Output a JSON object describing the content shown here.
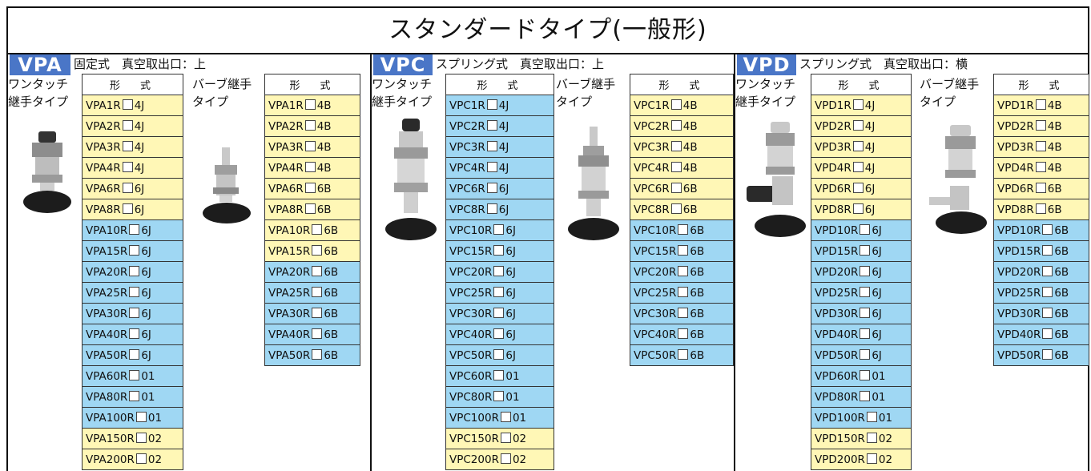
{
  "title": "スタンダードタイプ(一般形)",
  "groups": [
    {
      "badge": "VPA",
      "header": "固定式　真空取出口：上",
      "left_label": [
        "ワンタッチ",
        "継手タイプ"
      ],
      "right_label": [
        "バーブ継手",
        "タイプ"
      ],
      "table_header": "形　式",
      "left_rows": [
        {
          "prefix": "VPA1R",
          "suffix": "4J",
          "color": "yellow"
        },
        {
          "prefix": "VPA2R",
          "suffix": "4J",
          "color": "yellow"
        },
        {
          "prefix": "VPA3R",
          "suffix": "4J",
          "color": "yellow"
        },
        {
          "prefix": "VPA4R",
          "suffix": "4J",
          "color": "yellow"
        },
        {
          "prefix": "VPA6R",
          "suffix": "6J",
          "color": "yellow"
        },
        {
          "prefix": "VPA8R",
          "suffix": "6J",
          "color": "yellow"
        },
        {
          "prefix": "VPA10R",
          "suffix": "6J",
          "color": "blue"
        },
        {
          "prefix": "VPA15R",
          "suffix": "6J",
          "color": "blue"
        },
        {
          "prefix": "VPA20R",
          "suffix": "6J",
          "color": "blue"
        },
        {
          "prefix": "VPA25R",
          "suffix": "6J",
          "color": "blue"
        },
        {
          "prefix": "VPA30R",
          "suffix": "6J",
          "color": "blue"
        },
        {
          "prefix": "VPA40R",
          "suffix": "6J",
          "color": "blue"
        },
        {
          "prefix": "VPA50R",
          "suffix": "6J",
          "color": "blue"
        },
        {
          "prefix": "VPA60R",
          "suffix": "01",
          "color": "blue"
        },
        {
          "prefix": "VPA80R",
          "suffix": "01",
          "color": "blue"
        },
        {
          "prefix": "VPA100R",
          "suffix": "01",
          "color": "blue"
        },
        {
          "prefix": "VPA150R",
          "suffix": "02",
          "color": "yellow"
        },
        {
          "prefix": "VPA200R",
          "suffix": "02",
          "color": "yellow"
        }
      ],
      "right_rows": [
        {
          "prefix": "VPA1R",
          "suffix": "4B",
          "color": "yellow"
        },
        {
          "prefix": "VPA2R",
          "suffix": "4B",
          "color": "yellow"
        },
        {
          "prefix": "VPA3R",
          "suffix": "4B",
          "color": "yellow"
        },
        {
          "prefix": "VPA4R",
          "suffix": "4B",
          "color": "yellow"
        },
        {
          "prefix": "VPA6R",
          "suffix": "6B",
          "color": "yellow"
        },
        {
          "prefix": "VPA8R",
          "suffix": "6B",
          "color": "yellow"
        },
        {
          "prefix": "VPA10R",
          "suffix": "6B",
          "color": "yellow"
        },
        {
          "prefix": "VPA15R",
          "suffix": "6B",
          "color": "yellow"
        },
        {
          "prefix": "VPA20R",
          "suffix": "6B",
          "color": "blue"
        },
        {
          "prefix": "VPA25R",
          "suffix": "6B",
          "color": "blue"
        },
        {
          "prefix": "VPA30R",
          "suffix": "6B",
          "color": "blue"
        },
        {
          "prefix": "VPA40R",
          "suffix": "6B",
          "color": "blue"
        },
        {
          "prefix": "VPA50R",
          "suffix": "6B",
          "color": "blue"
        }
      ]
    },
    {
      "badge": "VPC",
      "header": "スプリング式　真空取出口：上",
      "left_label": [
        "ワンタッチ",
        "継手タイプ"
      ],
      "right_label": [
        "バーブ継手",
        "タイプ"
      ],
      "table_header": "形　式",
      "left_rows": [
        {
          "prefix": "VPC1R",
          "suffix": "4J",
          "color": "blue"
        },
        {
          "prefix": "VPC2R",
          "suffix": "4J",
          "color": "blue"
        },
        {
          "prefix": "VPC3R",
          "suffix": "4J",
          "color": "blue"
        },
        {
          "prefix": "VPC4R",
          "suffix": "4J",
          "color": "blue"
        },
        {
          "prefix": "VPC6R",
          "suffix": "6J",
          "color": "blue"
        },
        {
          "prefix": "VPC8R",
          "suffix": "6J",
          "color": "blue"
        },
        {
          "prefix": "VPC10R",
          "suffix": "6J",
          "color": "blue"
        },
        {
          "prefix": "VPC15R",
          "suffix": "6J",
          "color": "blue"
        },
        {
          "prefix": "VPC20R",
          "suffix": "6J",
          "color": "blue"
        },
        {
          "prefix": "VPC25R",
          "suffix": "6J",
          "color": "blue"
        },
        {
          "prefix": "VPC30R",
          "suffix": "6J",
          "color": "blue"
        },
        {
          "prefix": "VPC40R",
          "suffix": "6J",
          "color": "blue"
        },
        {
          "prefix": "VPC50R",
          "suffix": "6J",
          "color": "blue"
        },
        {
          "prefix": "VPC60R",
          "suffix": "01",
          "color": "blue"
        },
        {
          "prefix": "VPC80R",
          "suffix": "01",
          "color": "blue"
        },
        {
          "prefix": "VPC100R",
          "suffix": "01",
          "color": "blue"
        },
        {
          "prefix": "VPC150R",
          "suffix": "02",
          "color": "yellow"
        },
        {
          "prefix": "VPC200R",
          "suffix": "02",
          "color": "yellow"
        }
      ],
      "right_rows": [
        {
          "prefix": "VPC1R",
          "suffix": "4B",
          "color": "yellow"
        },
        {
          "prefix": "VPC2R",
          "suffix": "4B",
          "color": "yellow"
        },
        {
          "prefix": "VPC3R",
          "suffix": "4B",
          "color": "yellow"
        },
        {
          "prefix": "VPC4R",
          "suffix": "4B",
          "color": "yellow"
        },
        {
          "prefix": "VPC6R",
          "suffix": "6B",
          "color": "yellow"
        },
        {
          "prefix": "VPC8R",
          "suffix": "6B",
          "color": "yellow"
        },
        {
          "prefix": "VPC10R",
          "suffix": "6B",
          "color": "blue"
        },
        {
          "prefix": "VPC15R",
          "suffix": "6B",
          "color": "blue"
        },
        {
          "prefix": "VPC20R",
          "suffix": "6B",
          "color": "blue"
        },
        {
          "prefix": "VPC25R",
          "suffix": "6B",
          "color": "blue"
        },
        {
          "prefix": "VPC30R",
          "suffix": "6B",
          "color": "blue"
        },
        {
          "prefix": "VPC40R",
          "suffix": "6B",
          "color": "blue"
        },
        {
          "prefix": "VPC50R",
          "suffix": "6B",
          "color": "blue"
        }
      ]
    },
    {
      "badge": "VPD",
      "header": "スプリング式　真空取出口：横",
      "left_label": [
        "ワンタッチ",
        "継手タイプ"
      ],
      "right_label": [
        "バーブ継手",
        "タイプ"
      ],
      "table_header": "形　式",
      "left_rows": [
        {
          "prefix": "VPD1R",
          "suffix": "4J",
          "color": "yellow"
        },
        {
          "prefix": "VPD2R",
          "suffix": "4J",
          "color": "yellow"
        },
        {
          "prefix": "VPD3R",
          "suffix": "4J",
          "color": "yellow"
        },
        {
          "prefix": "VPD4R",
          "suffix": "4J",
          "color": "yellow"
        },
        {
          "prefix": "VPD6R",
          "suffix": "6J",
          "color": "yellow"
        },
        {
          "prefix": "VPD8R",
          "suffix": "6J",
          "color": "yellow"
        },
        {
          "prefix": "VPD10R",
          "suffix": "6J",
          "color": "blue"
        },
        {
          "prefix": "VPD15R",
          "suffix": "6J",
          "color": "blue"
        },
        {
          "prefix": "VPD20R",
          "suffix": "6J",
          "color": "blue"
        },
        {
          "prefix": "VPD25R",
          "suffix": "6J",
          "color": "blue"
        },
        {
          "prefix": "VPD30R",
          "suffix": "6J",
          "color": "blue"
        },
        {
          "prefix": "VPD40R",
          "suffix": "6J",
          "color": "blue"
        },
        {
          "prefix": "VPD50R",
          "suffix": "6J",
          "color": "blue"
        },
        {
          "prefix": "VPD60R",
          "suffix": "01",
          "color": "blue"
        },
        {
          "prefix": "VPD80R",
          "suffix": "01",
          "color": "blue"
        },
        {
          "prefix": "VPD100R",
          "suffix": "01",
          "color": "blue"
        },
        {
          "prefix": "VPD150R",
          "suffix": "02",
          "color": "yellow"
        },
        {
          "prefix": "VPD200R",
          "suffix": "02",
          "color": "yellow"
        }
      ],
      "right_rows": [
        {
          "prefix": "VPD1R",
          "suffix": "4B",
          "color": "yellow"
        },
        {
          "prefix": "VPD2R",
          "suffix": "4B",
          "color": "yellow"
        },
        {
          "prefix": "VPD3R",
          "suffix": "4B",
          "color": "yellow"
        },
        {
          "prefix": "VPD4R",
          "suffix": "4B",
          "color": "yellow"
        },
        {
          "prefix": "VPD6R",
          "suffix": "6B",
          "color": "yellow"
        },
        {
          "prefix": "VPD8R",
          "suffix": "6B",
          "color": "yellow"
        },
        {
          "prefix": "VPD10R",
          "suffix": "6B",
          "color": "blue"
        },
        {
          "prefix": "VPD15R",
          "suffix": "6B",
          "color": "blue"
        },
        {
          "prefix": "VPD20R",
          "suffix": "6B",
          "color": "blue"
        },
        {
          "prefix": "VPD25R",
          "suffix": "6B",
          "color": "blue"
        },
        {
          "prefix": "VPD30R",
          "suffix": "6B",
          "color": "blue"
        },
        {
          "prefix": "VPD40R",
          "suffix": "6B",
          "color": "blue"
        },
        {
          "prefix": "VPD50R",
          "suffix": "6B",
          "color": "blue"
        }
      ]
    }
  ],
  "colors": {
    "badge": "#4a76c7",
    "yellow": "#fff7b6",
    "blue": "#9fd7f3"
  }
}
